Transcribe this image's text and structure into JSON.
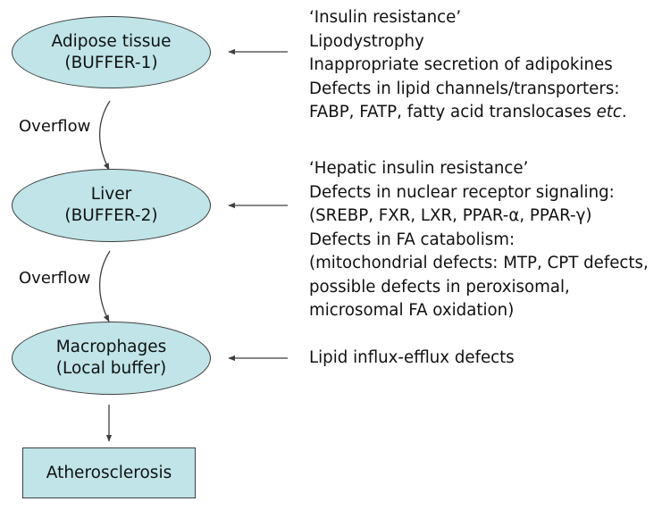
{
  "colors": {
    "node_fill": "#c0e4e8",
    "line": "#3f3f3f",
    "text": "#111111"
  },
  "nodes": {
    "adipose": {
      "line1": "Adipose tissue",
      "line2": "(BUFFER-1)"
    },
    "liver": {
      "line1": "Liver",
      "line2": "(BUFFER-2)"
    },
    "macrophages": {
      "line1": "Macrophages",
      "line2": "(Local buffer)"
    },
    "atherosclerosis": {
      "label": "Atherosclerosis"
    }
  },
  "overflow_labels": [
    "Overflow",
    "Overflow"
  ],
  "defects": {
    "adipose": {
      "lines": [
        "‘Insulin resistance’",
        "Lipodystrophy",
        "Inappropriate secretion of adipokines",
        "Defects in lipid channels/transporters:"
      ],
      "last_line_prefix": "FABP, FATP, fatty acid translocases ",
      "last_line_emphasis": "etc",
      "last_line_suffix": "."
    },
    "liver": {
      "lines": [
        "‘Hepatic insulin resistance’",
        "Defects in nuclear receptor signaling:",
        "(SREBP, FXR, LXR, PPAR-α, PPAR-γ)",
        "Defects in FA catabolism:",
        "(mitochondrial defects: MTP, CPT defects,",
        "possible defects in peroxisomal,",
        "microsomal FA oxidation)"
      ]
    },
    "macrophages": {
      "lines": [
        "Lipid influx-efflux defects"
      ]
    }
  }
}
